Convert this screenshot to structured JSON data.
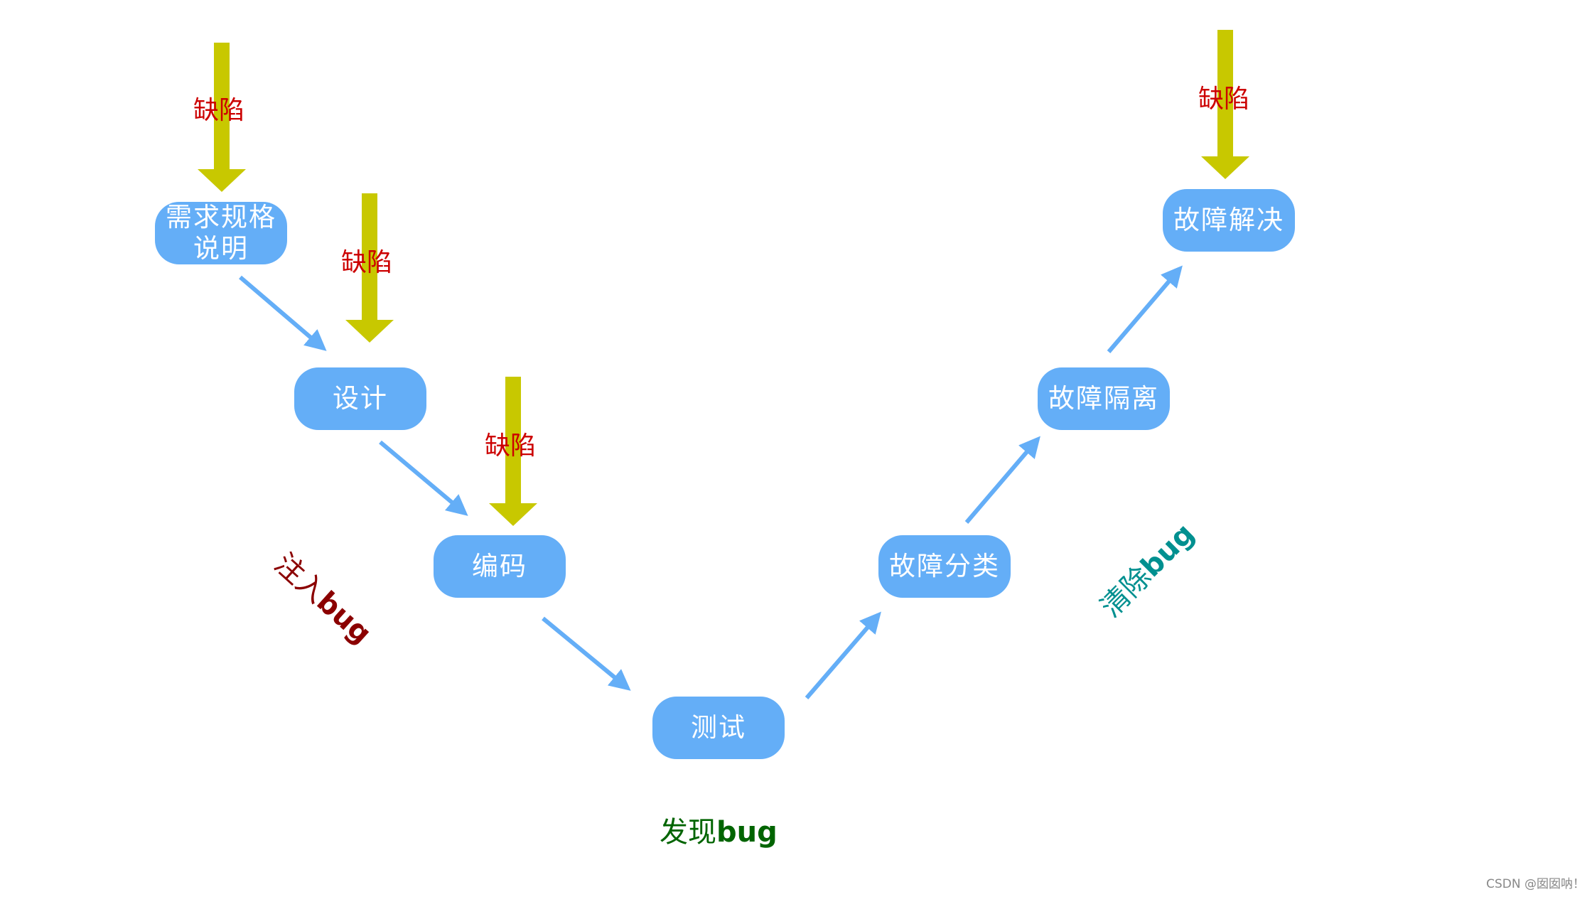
{
  "colors": {
    "node_fill": "#64aef7",
    "node_text": "#ffffff",
    "flow_arrow": "#64aef7",
    "defect_arrow": "#c8c800",
    "defect_label": "#cc0000",
    "inject_label": "#8b0000",
    "discover_label": "#006400",
    "fix_label": "#009090"
  },
  "nodes": {
    "requirements": {
      "line1": "需求规格",
      "line2": "说明"
    },
    "design": "设计",
    "coding": "编码",
    "testing": "测试",
    "classify": "故障分类",
    "isolate": "故障隔离",
    "resolve": "故障解决"
  },
  "defects": {
    "label": "缺陷",
    "count": 4
  },
  "phases": {
    "inject": {
      "cn": "注入",
      "en": "bug"
    },
    "discover": {
      "cn": "发现",
      "en": "bug"
    },
    "fix": {
      "cn": "清除",
      "en": "bug"
    }
  },
  "watermark": "CSDN @囡囡呐！"
}
